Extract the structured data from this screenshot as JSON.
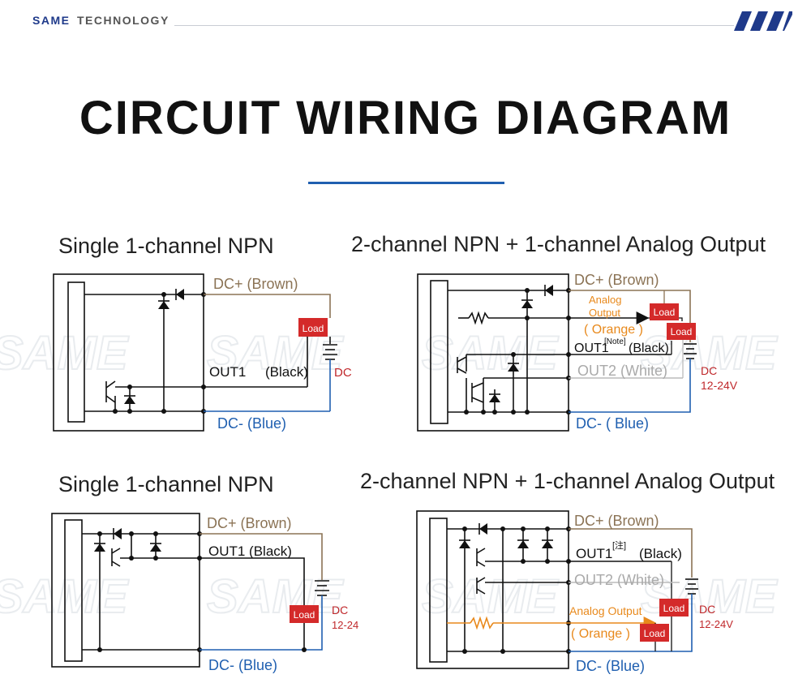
{
  "header": {
    "brand": "SAME",
    "tagline": "TECHNOLOGY"
  },
  "title": "CIRCUIT WIRING DIAGRAM",
  "watermark": "SAME",
  "diagrams": [
    {
      "title": "Single 1-channel NPN",
      "dc_plus": "DC+ (Brown)",
      "out1": "OUT1",
      "out1_color": "(Black)",
      "dc_minus": "DC- (Blue)",
      "load": "Load",
      "supply": "DC"
    },
    {
      "title": "2-channel NPN + 1-channel Analog Output",
      "dc_plus": "DC+ (Brown)",
      "analog": "Analog",
      "output": "Output",
      "orange": "( Orange )",
      "out1": "OUT1",
      "note": "[Note]",
      "out1_color": "(Black)",
      "out2": "OUT2 (White)",
      "dc_minus": "DC- ( Blue)",
      "load": "Load",
      "supply": "DC",
      "voltage": "12-24V"
    },
    {
      "title": "Single 1-channel NPN",
      "dc_plus": "DC+ (Brown)",
      "out1": "OUT1 (Black)",
      "dc_minus": "DC- (Blue)",
      "load": "Load",
      "supply": "DC",
      "voltage": "12-24"
    },
    {
      "title": "2-channel NPN + 1-channel Analog Output",
      "dc_plus": "DC+ (Brown)",
      "out1": "OUT1",
      "note": "[注]",
      "out1_color": "(Black)",
      "out2": "OUT2 (White)",
      "analog": "Analog Output",
      "orange": "( Orange )",
      "dc_minus": "DC- (Blue)",
      "load": "Load",
      "supply": "DC",
      "voltage": "12-24V"
    }
  ],
  "colors": {
    "brand": "#1f3a8a",
    "accent_rule": "#1f5fb0",
    "brown_wire": "#8b7355",
    "blue_wire": "#1f5fb0",
    "orange_wire": "#e8891c",
    "load_fill": "#d42a2a",
    "supply_text": "#c0282b",
    "white_wire_text": "#aaaaaa"
  }
}
